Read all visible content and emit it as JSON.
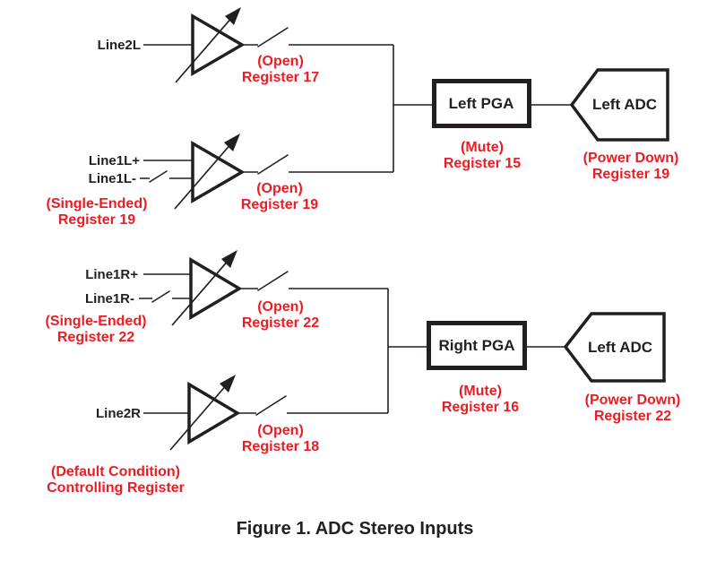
{
  "colors": {
    "ink": "#231F20",
    "accent_red": "#ED1C24"
  },
  "caption": "Figure 1. ADC Stereo Inputs",
  "left_channel": {
    "line2l_label": "Line2L",
    "line1l_pos_label": "Line1L+",
    "line1l_neg_label": "Line1L-",
    "single_ended_note": {
      "line1": "(Single-Ended)",
      "line2": "Register 19"
    },
    "line2l_switch_note": {
      "line1": "(Open)",
      "line2": "Register 17"
    },
    "line1l_switch_note": {
      "line1": "(Open)",
      "line2": "Register 19"
    },
    "pga": {
      "label": "Left PGA",
      "note1": "(Mute)",
      "note2": "Register 15"
    },
    "adc": {
      "label": "Left ADC",
      "note1": "(Power Down)",
      "note2": "Register 19"
    }
  },
  "right_channel": {
    "line1r_pos_label": "Line1R+",
    "line1r_neg_label": "Line1R-",
    "single_ended_note": {
      "line1": "(Single-Ended)",
      "line2": "Register 22"
    },
    "line1r_switch_note": {
      "line1": "(Open)",
      "line2": "Register 22"
    },
    "line2r_label": "Line2R",
    "line2r_switch_note": {
      "line1": "(Open)",
      "line2": "Register 18"
    },
    "pga": {
      "label": "Right PGA",
      "note1": "(Mute)",
      "note2": "Register 16"
    },
    "adc": {
      "label": "Left ADC",
      "note1": "(Power Down)",
      "note2": "Register 22"
    }
  },
  "legend": {
    "line1": "(Default Condition)",
    "line2": "Controlling Register"
  }
}
